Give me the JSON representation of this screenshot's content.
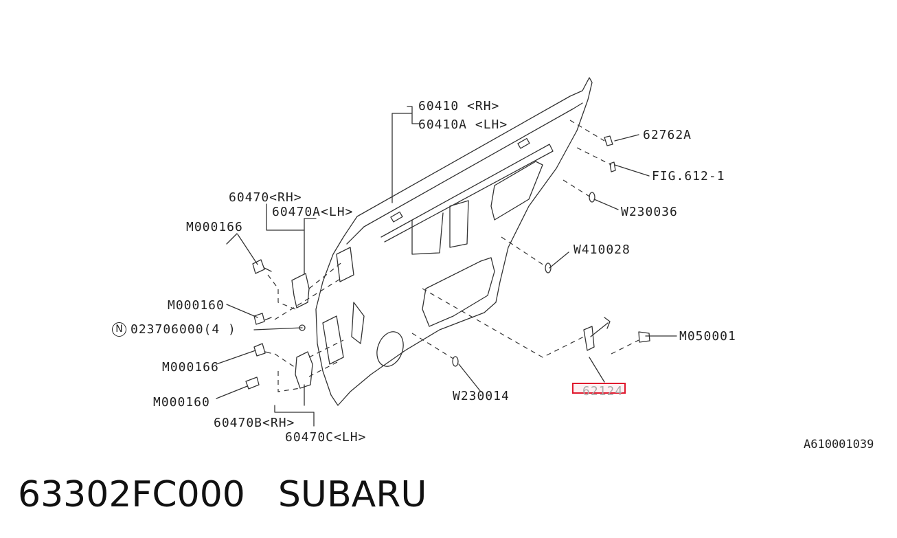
{
  "labels": {
    "l60410": "60410  <RH>",
    "l60410a": "60410A <LH>",
    "l62762a": "62762A",
    "lfig": "FIG.612-1",
    "lw230036": "W230036",
    "lw410028": "W410028",
    "l60470rh": "60470<RH>",
    "l60470alh": "60470A<LH>",
    "lm000166a": "M000166",
    "lm000160a": "M000160",
    "lnut": "023706000(4 )",
    "lm000166b": "M000166",
    "lm000160b": "M000160",
    "l60470b": "60470B<RH>",
    "l60470c": "60470C<LH>",
    "lw230014": "W230014",
    "lm050001": "M050001",
    "l62124": "62124"
  },
  "nut_symbol": "N",
  "diagram_ref": "A610001039",
  "footer": {
    "part_number": "63302FC000",
    "brand": "SUBARU"
  },
  "colors": {
    "highlight": "#e0182d"
  }
}
